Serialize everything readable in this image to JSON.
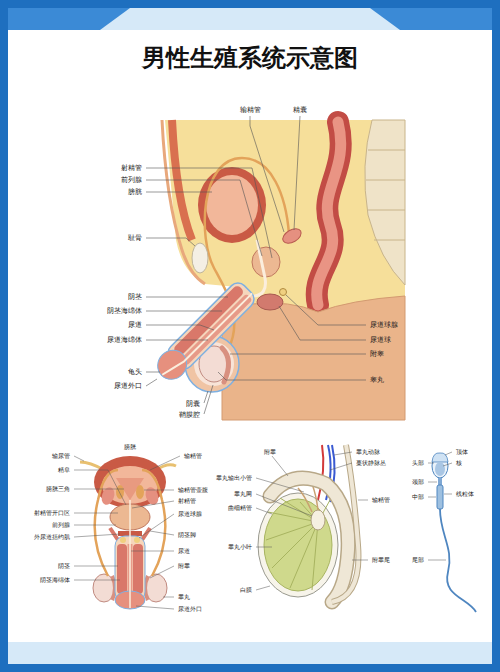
{
  "diagram": {
    "title": "男性生殖系统示意图",
    "labels": [
      "输精管",
      "精囊",
      "射精管",
      "前列腺",
      "膀胱",
      "耻骨",
      "阴茎",
      "阴茎海绵体",
      "尿道",
      "尿道海绵体",
      "龟头",
      "尿道外口",
      "阴囊",
      "鞘膜腔",
      "尿道球腺",
      "尿道球",
      "附睾",
      "睾丸",
      "膀胱",
      "输尿管",
      "精阜",
      "膀胱三角",
      "射精管开口区",
      "前列腺",
      "外尿道括约肌",
      "阴茎",
      "阴茎海绵体",
      "输精管",
      "输精管壶腹",
      "射精管",
      "尿道球腺",
      "阴茎脚",
      "尿道",
      "附睾",
      "睾丸",
      "尿道外口",
      "附睾",
      "睾丸动脉",
      "蔓状静脉丛",
      "睾丸输出小管",
      "睾丸网",
      "曲细精管",
      "输精管",
      "睾丸小叶",
      "附睾尾",
      "白膜",
      "顶体",
      "核",
      "头部",
      "颈部",
      "中部",
      "线粒体",
      "尾部"
    ]
  }
}
